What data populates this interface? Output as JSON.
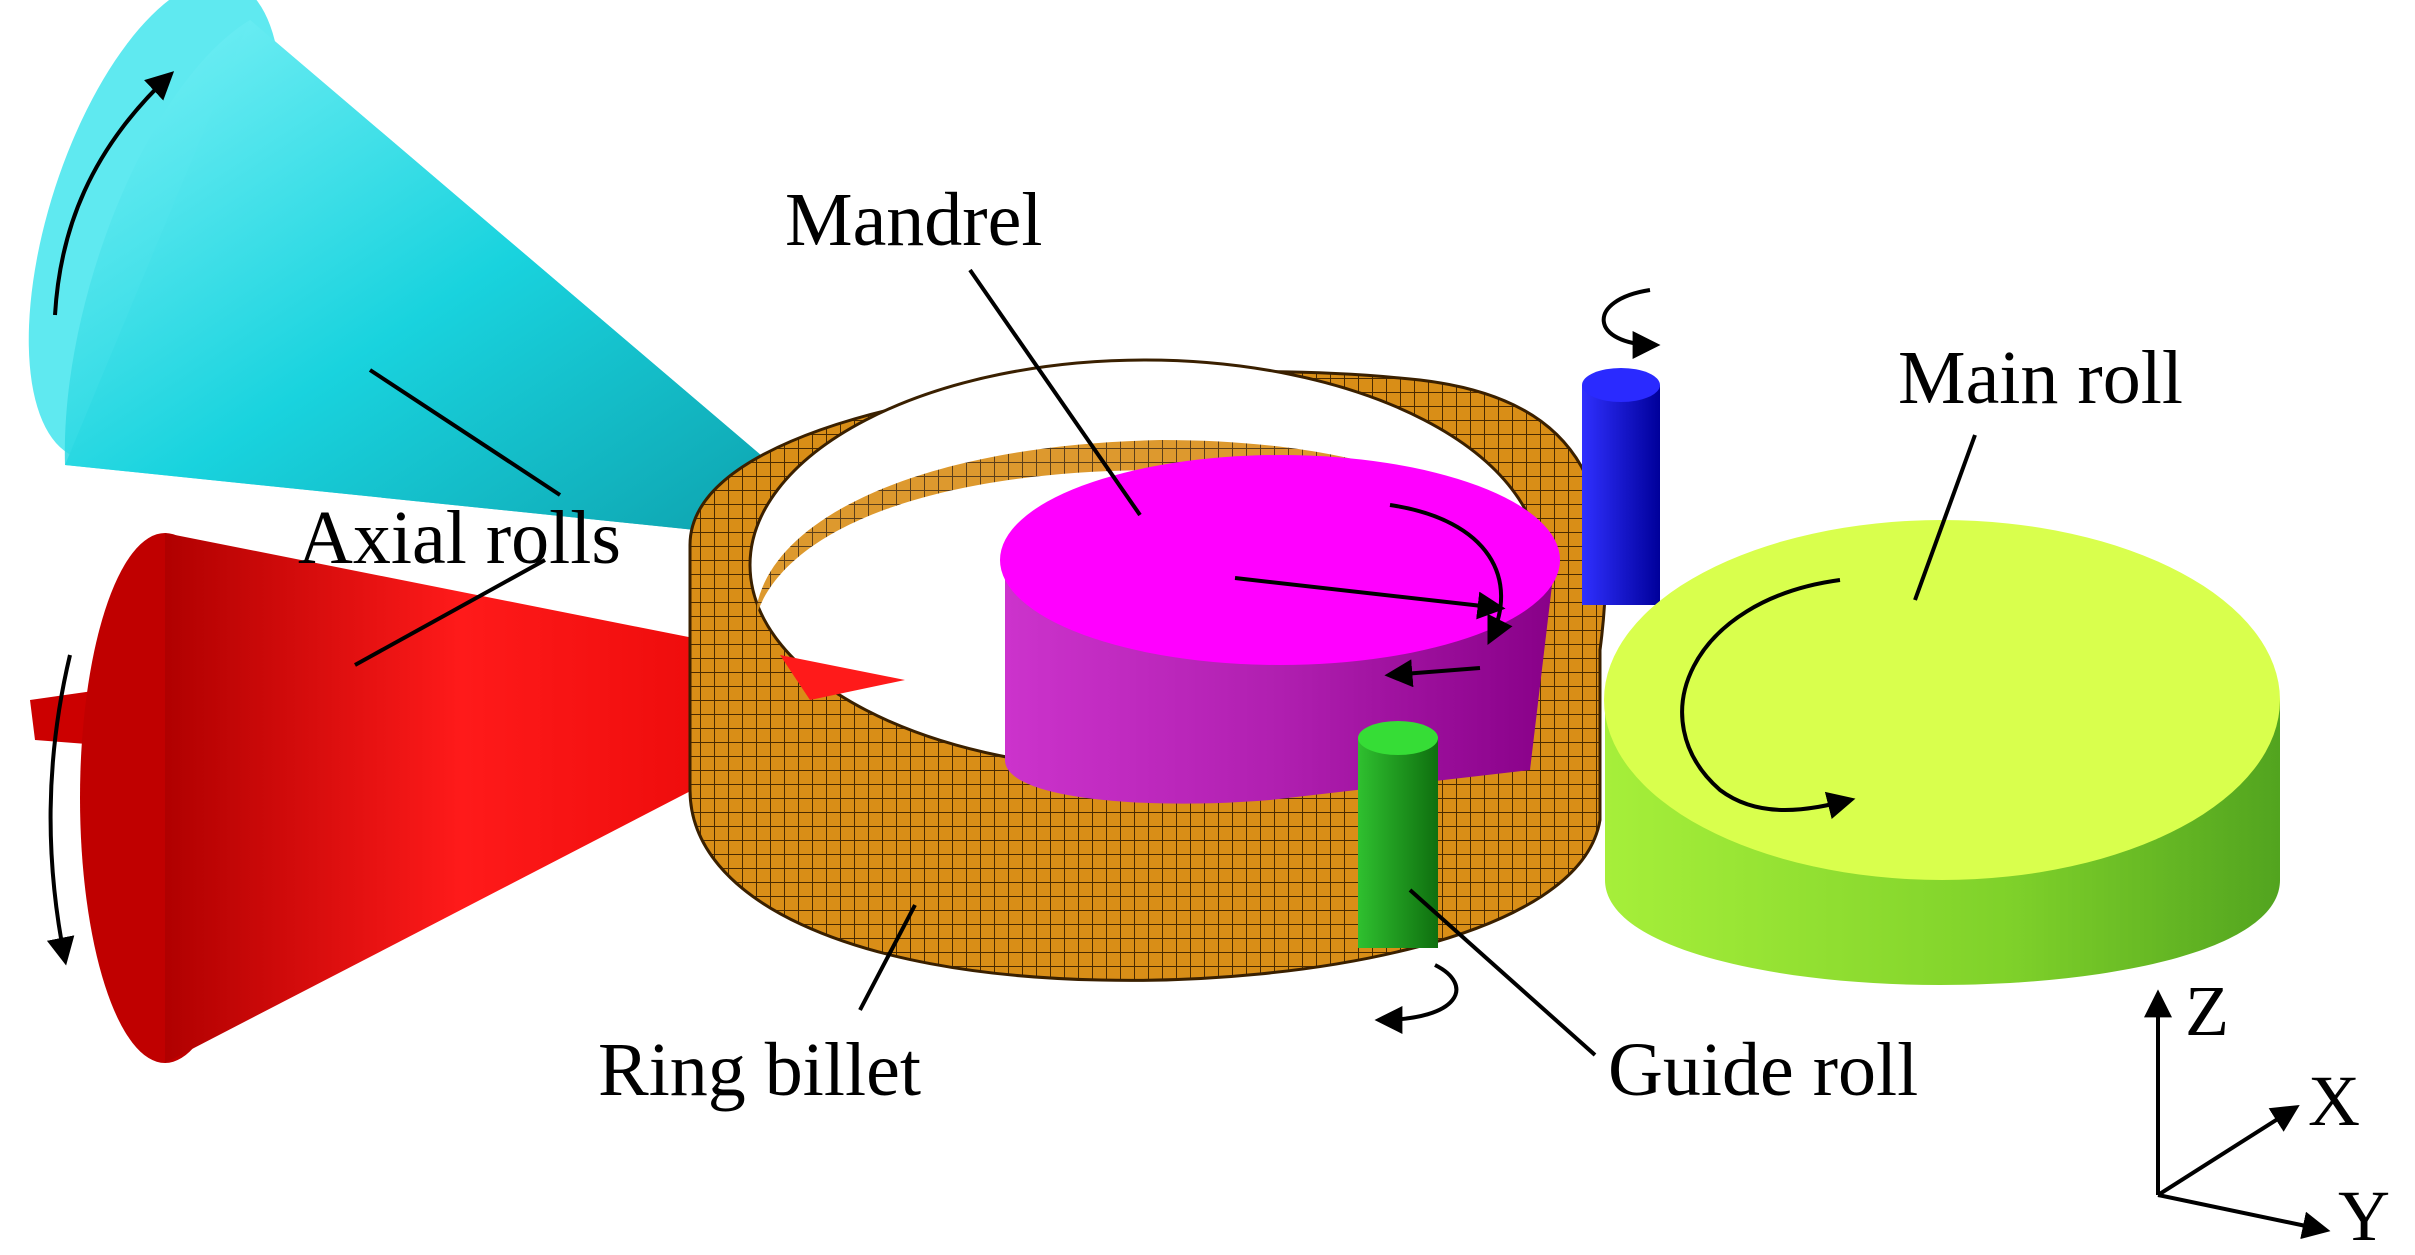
{
  "labels": {
    "mandrel": "Mandrel",
    "main_roll": "Main roll",
    "axial_rolls": "Axial rolls",
    "ring_billet": "Ring billet",
    "guide_roll": "Guide roll"
  },
  "axes": {
    "z": "Z",
    "x": "X",
    "y": "Y"
  },
  "colors": {
    "axial_roll_upper": "#19d3de",
    "axial_roll_lower": "#ff0000",
    "mandrel": "#ff00ff",
    "main_roll": "#d9ff4d",
    "ring_billet": "#c8820e",
    "guide_roll_upper": "#0000ff",
    "guide_roll_lower": "#1fa81f"
  }
}
